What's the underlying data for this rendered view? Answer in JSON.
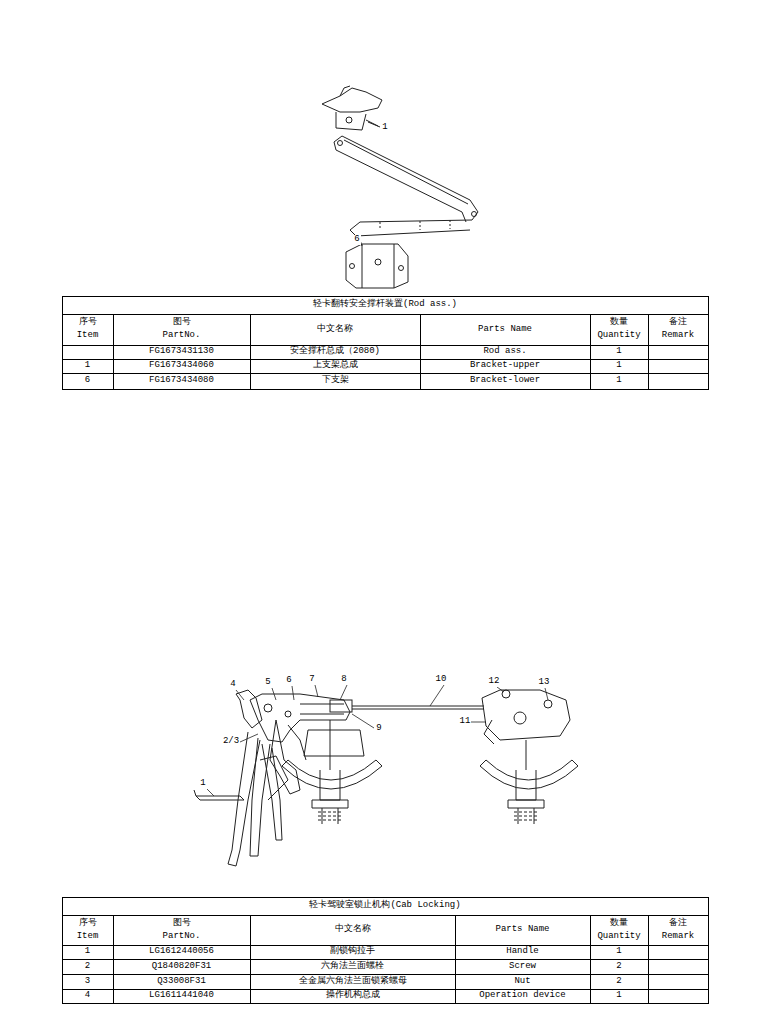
{
  "diagram": {
    "labels": [
      "1",
      "6",
      "轻卡翻转安全撑杆装置(Rod ass.)",
      "序号",
      "Item",
      "图号",
      "PartNo.",
      "中文名称",
      "Parts Name",
      "数量",
      "Quantity",
      "备注",
      "Remark",
      "FG1673431130",
      "安全撑杆总成（2080)",
      "Rod ass.",
      "1",
      "1",
      "FG1673434060",
      "上支架总成",
      "Bracket-upper",
      "1",
      "6",
      "FG1673434080",
      "下支架",
      "Bracket-lower",
      "1",
      "4",
      "5",
      "6",
      "7",
      "8",
      "10",
      "12",
      "13",
      "2/3",
      "9",
      "11",
      "1",
      "轻卡驾驶室锁止机构(Cab Locking)",
      "序号",
      "Item",
      "图号",
      "PartNo.",
      "中文名称",
      "Parts Name",
      "数量",
      "Quantity",
      "备注",
      "Remark",
      "1",
      "LG1612440056",
      "副锁钩拉手",
      "Handle",
      "1",
      "2",
      "Q1840820F31",
      "六角法兰面螺栓",
      "Screw",
      "2",
      "3",
      "Q33008F31",
      "全金属六角法兰面锁紧螺母",
      "Nut",
      "2",
      "4",
      "LG1611441040",
      "操作机构总成",
      "Operation device",
      "1"
    ]
  }
}
